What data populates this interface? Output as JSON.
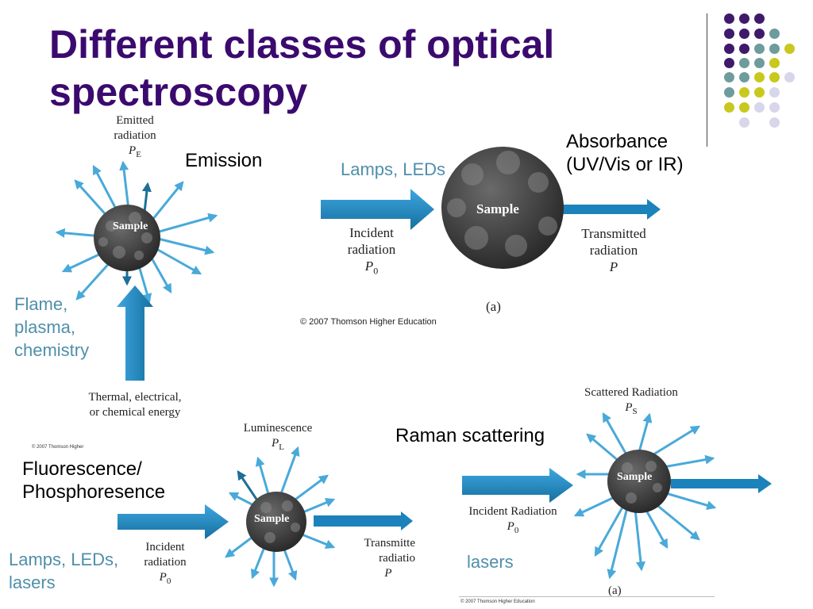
{
  "title": "Different classes of optical spectroscopy",
  "colors": {
    "title": "#3b0a6e",
    "arrow_blue": "#1e8bc3",
    "label_blue": "#4f8faa",
    "dot_purple": "#3f1a6b",
    "dot_teal": "#6e9c9c",
    "dot_yellow": "#c8c81e",
    "dot_lavender": "#d8d6ea"
  },
  "emission": {
    "heading": "Emission",
    "emitted_label": "Emitted radiation",
    "emitted_symbol": "P",
    "emitted_sub": "E",
    "sample": "Sample",
    "sources": [
      "Flame,",
      "plasma,",
      "chemistry"
    ],
    "energy_label_1": "Thermal, electrical,",
    "energy_label_2": "or chemical energy",
    "copyright": "© 2007 Thomson Higher"
  },
  "absorbance": {
    "heading_1": "Absorbance",
    "heading_2": "(UV/Vis or IR)",
    "source": "Lamps, LEDs",
    "sample": "Sample",
    "incident_1": "Incident",
    "incident_2": "radiation",
    "incident_symbol": "P",
    "incident_sub": "0",
    "transmitted_1": "Transmitted",
    "transmitted_2": "radiation",
    "transmitted_symbol": "P",
    "panel": "(a)",
    "copyright": "© 2007 Thomson Higher Education"
  },
  "fluorescence": {
    "heading_1": "Fluorescence/",
    "heading_2": "Phosphoresence",
    "source_1": "Lamps, LEDs,",
    "source_2": "lasers",
    "luminescence": "Luminescence",
    "lum_symbol": "P",
    "lum_sub": "L",
    "sample": "Sample",
    "incident_1": "Incident",
    "incident_2": "radiation",
    "incident_symbol": "P",
    "incident_sub": "0",
    "transmitted_1": "Transmitte",
    "transmitted_2": "radiatio",
    "transmitted_symbol": "P"
  },
  "raman": {
    "heading": "Raman scattering",
    "source": "lasers",
    "scattered": "Scattered Radiation",
    "scat_symbol": "P",
    "scat_sub": "S",
    "sample": "Sample",
    "incident": "Incident Radiation",
    "incident_symbol": "P",
    "incident_sub": "0",
    "panel": "(a)",
    "copyright": "© 2007 Thomson Higher Education"
  }
}
